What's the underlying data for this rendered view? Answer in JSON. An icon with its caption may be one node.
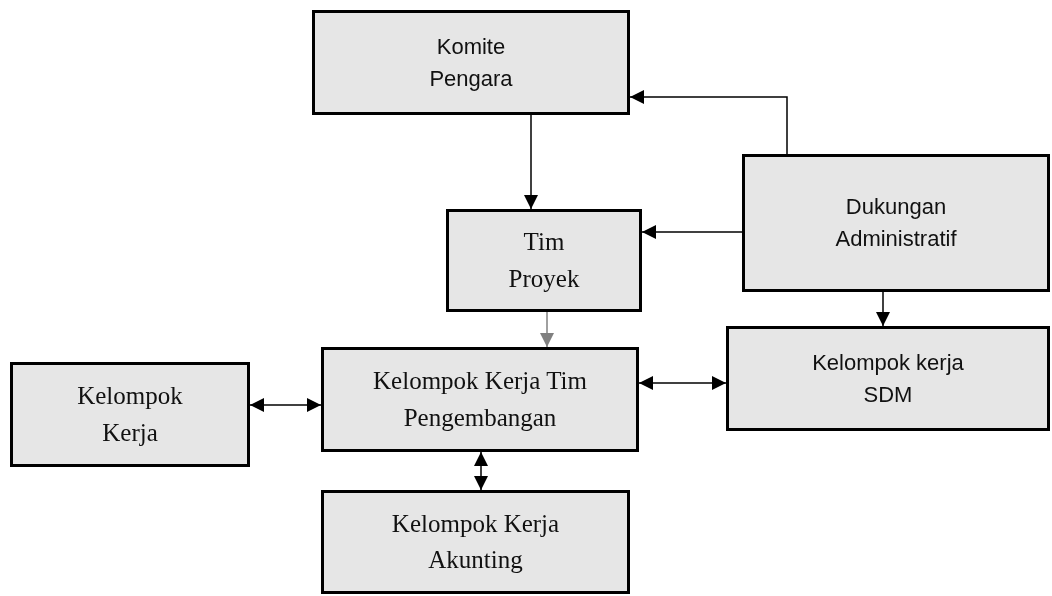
{
  "diagram": {
    "nodes": [
      {
        "text": [
          "Komite Pengara"
        ]
      },
      {
        "text": [
          "Tim Proyek"
        ]
      },
      {
        "text": [
          "Dukungan Administratif"
        ]
      },
      {
        "text": [
          "Kelompok Kerja"
        ]
      },
      {
        "text": [
          "Kelompok Kerja Tim Pengembangan"
        ]
      },
      {
        "text": [
          "Kelompok kerja SDM"
        ]
      },
      {
        "text": [
          "Kelompok Kerja Akunting"
        ]
      }
    ],
    "edges": [
      {
        "from": 0,
        "to": 1,
        "arrow": "to"
      },
      {
        "from": 2,
        "to": 0,
        "arrow": "to"
      },
      {
        "from": 2,
        "to": 1,
        "arrow": "to"
      },
      {
        "from": 2,
        "to": 5,
        "arrow": "to"
      },
      {
        "from": 1,
        "to": 4,
        "arrow": "to",
        "color": "#808080"
      },
      {
        "from": 3,
        "to": 4,
        "arrow": "both"
      },
      {
        "from": 4,
        "to": 5,
        "arrow": "both"
      },
      {
        "from": 4,
        "to": 6,
        "arrow": "both"
      }
    ]
  }
}
